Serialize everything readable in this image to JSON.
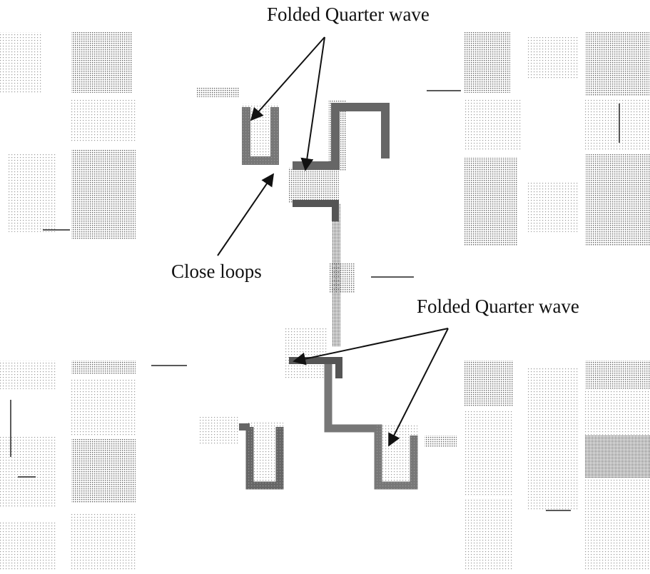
{
  "labels": {
    "top": "Folded Quarter wave",
    "close_loops": "Close loops",
    "bottom": "Folded Quarter wave"
  },
  "colors": {
    "ink": "#111111",
    "trace_dark": "#555555",
    "trace_mid": "#8a8a8a",
    "trace_light": "#b5b5b5"
  }
}
